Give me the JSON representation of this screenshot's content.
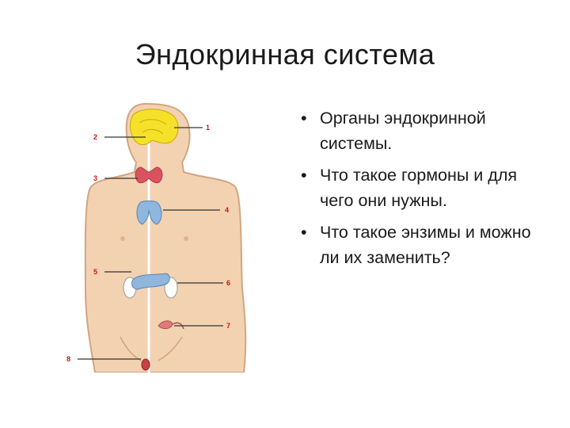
{
  "slide": {
    "title": "Эндокринная система",
    "bullets": [
      "Органы эндокринной системы.",
      "Что такое гормоны и для чего они нужны.",
      "Что такое энзимы и можно ли их заменить?"
    ]
  },
  "figure": {
    "labels": [
      "1",
      "2",
      "3",
      "4",
      "5",
      "6",
      "7",
      "8"
    ],
    "colors": {
      "skin": "#f3d2b2",
      "outline": "#d2a582",
      "gland_yellow": "#f6e12a",
      "thyroid": "#d9535f",
      "thymus_pancreas": "#8fb6dd",
      "adrenal_white": "#ffffff",
      "label_red": "#c41818"
    }
  }
}
